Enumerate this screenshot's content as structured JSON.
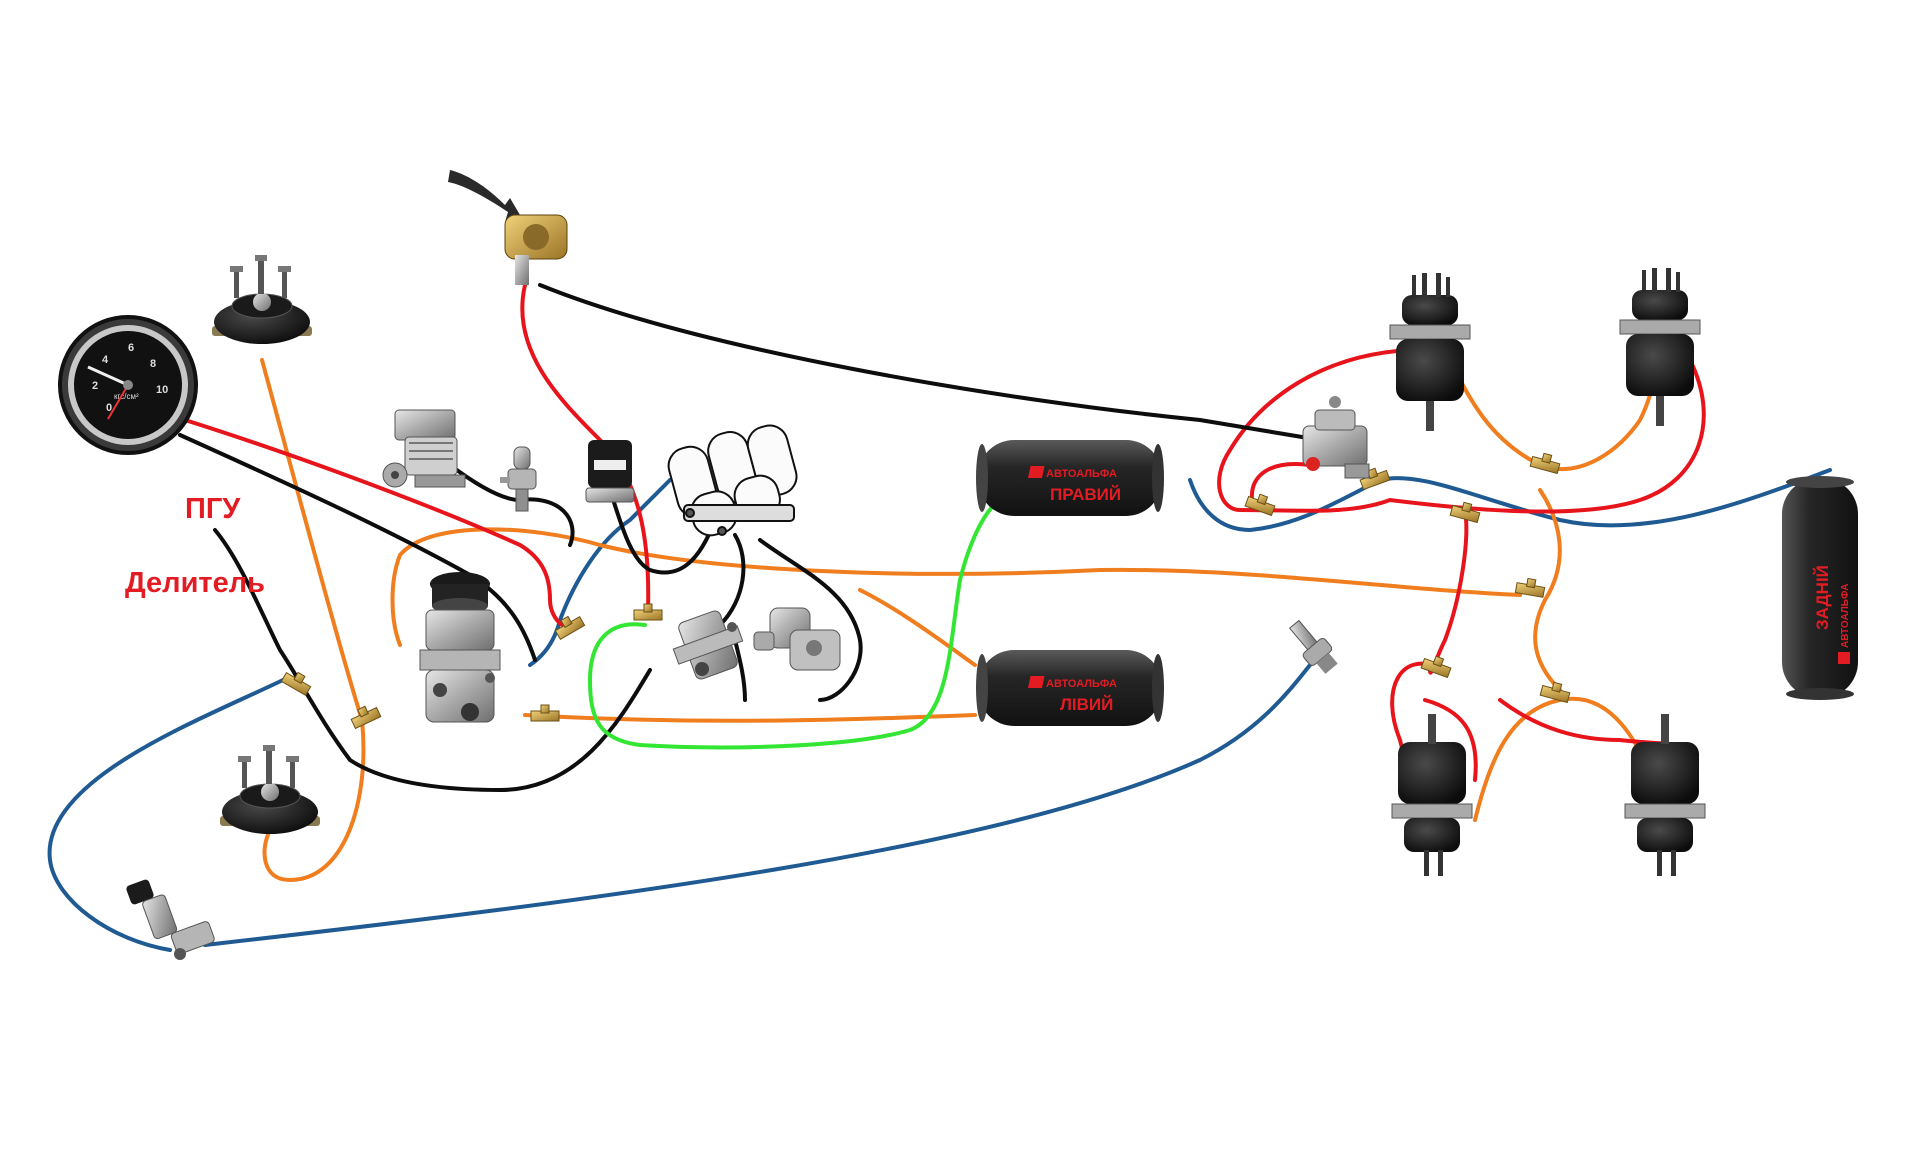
{
  "labels": {
    "pgu": "ПГУ",
    "divider": "Делитель"
  },
  "tanks": {
    "right": "ПРАВИЙ",
    "left": "ЛІВИЙ",
    "rear": "ЗАДНІЙ",
    "brand": "АВТОАЛЬФА"
  },
  "gauge": {
    "unit": "кгс/см²",
    "ticks": [
      "0",
      "2",
      "4",
      "6",
      "8",
      "10"
    ]
  },
  "colors": {
    "red_line": "#e8141c",
    "black_line": "#0d0d0d",
    "orange_line": "#f07d1e",
    "blue_line": "#1f5a93",
    "green_line": "#33e633",
    "label_red": "#e31b23",
    "tank_body": "#1e1e1e",
    "fitting_brass": "#c9a24a"
  }
}
